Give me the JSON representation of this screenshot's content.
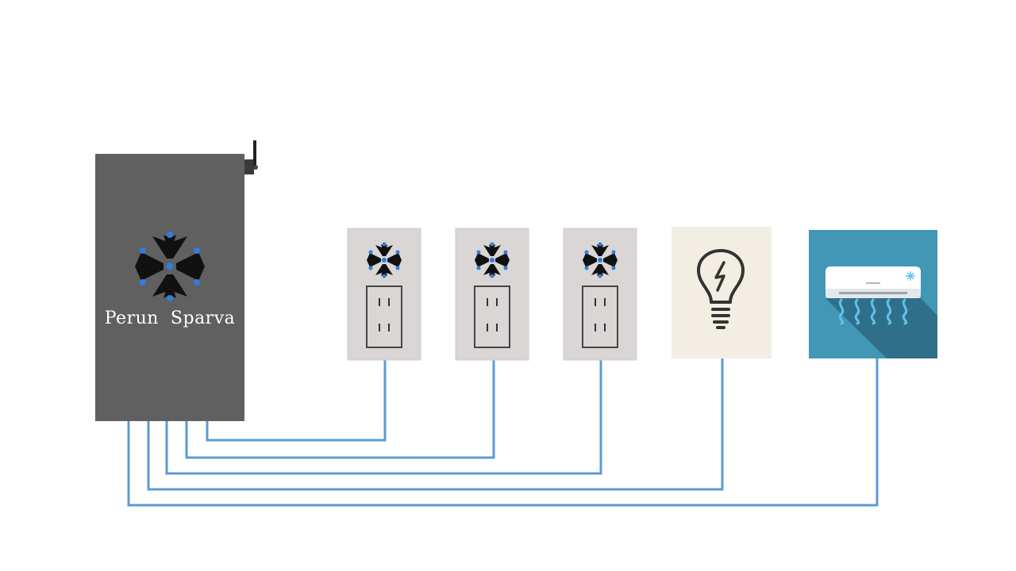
{
  "controller": {
    "brand_name": "Perun  Sparva",
    "body_color": "#606060",
    "logo_icon": "perun-snowflake-logo-icon",
    "antenna_icon": "antenna-icon"
  },
  "devices": [
    {
      "name": "smart-outlet-1",
      "icon": "outlet-icon",
      "logo_icon": "perun-snowflake-logo-icon"
    },
    {
      "name": "smart-outlet-2",
      "icon": "outlet-icon",
      "logo_icon": "perun-snowflake-logo-icon"
    },
    {
      "name": "smart-outlet-3",
      "icon": "outlet-icon",
      "logo_icon": "perun-snowflake-logo-icon"
    },
    {
      "name": "light-bulb",
      "icon": "light-bulb-icon"
    },
    {
      "name": "air-conditioner",
      "icon": "air-conditioner-icon"
    }
  ],
  "colors": {
    "wire": "#5b9bd5",
    "accent_dot": "#2f7de1",
    "outlet_plate": "#d9d6d5",
    "bulb_tile": "#f2eee3",
    "ac_tile": "#4296b6",
    "ac_shadow": "#306f8a",
    "ac_wave": "#5fc3ef"
  }
}
